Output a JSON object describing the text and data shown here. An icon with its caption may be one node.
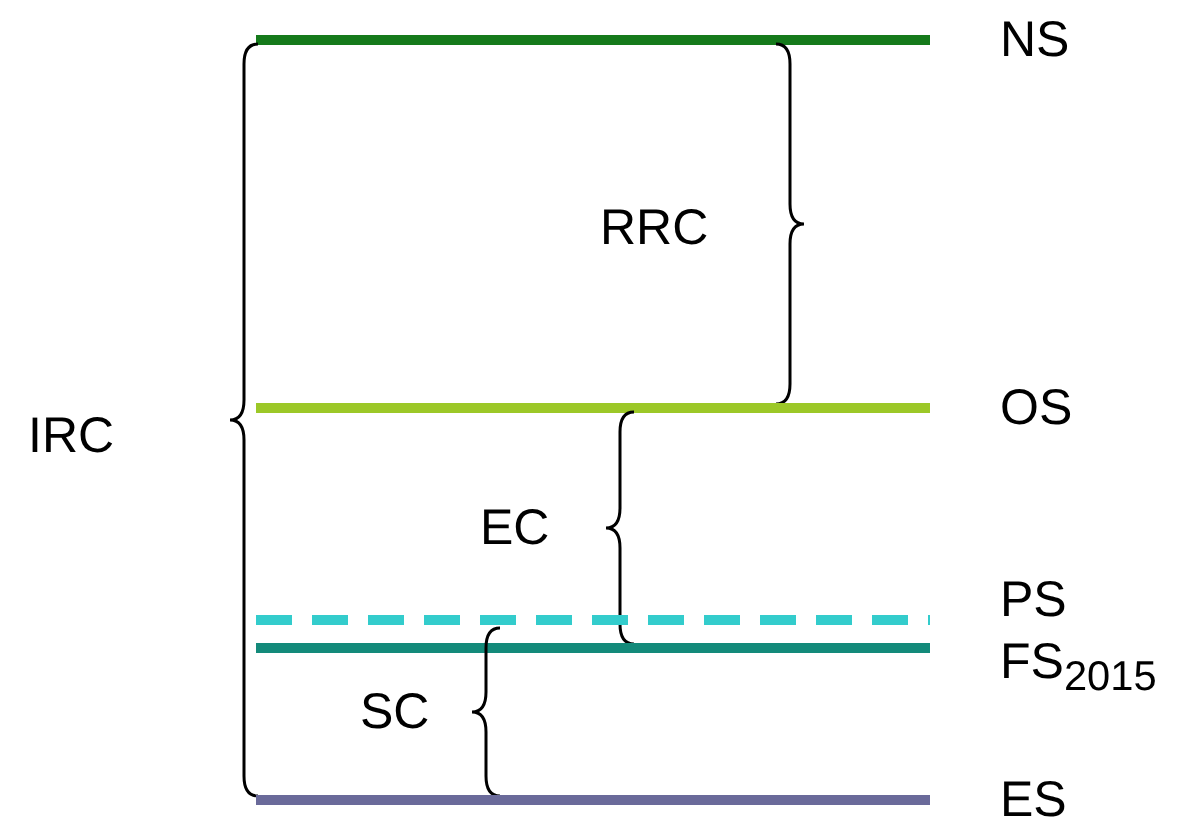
{
  "diagram": {
    "labels": [
      "NS",
      "RRC",
      "IRC",
      "OS",
      "EC",
      "PS",
      "FS$_{2015}$",
      "SC",
      "ES"
    ]
  }
}
